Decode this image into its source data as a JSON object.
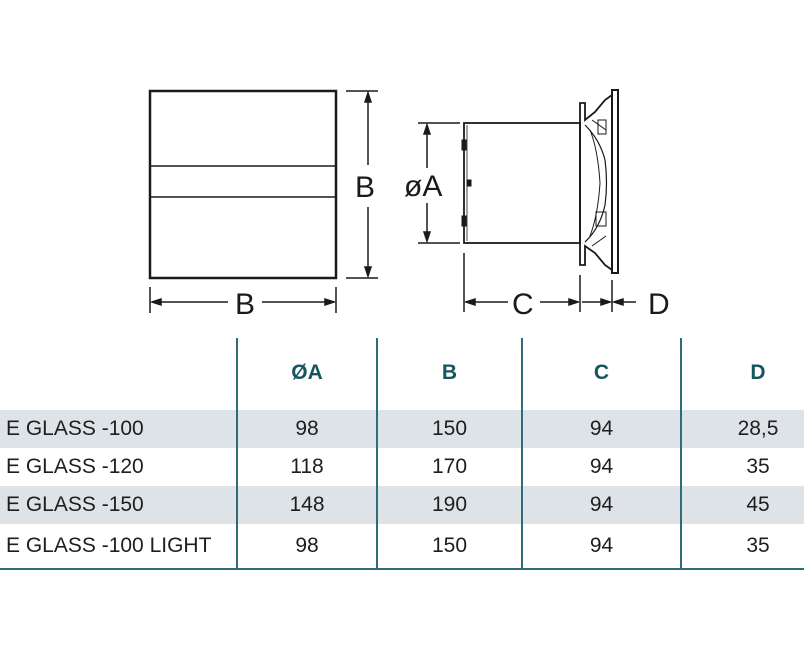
{
  "dimension_labels": {
    "front_width": "B",
    "front_height": "B",
    "side_diameter": "øA",
    "side_depth": "C",
    "side_panel": "D"
  },
  "table": {
    "headers": [
      "ØA",
      "B",
      "C",
      "D"
    ],
    "rows": [
      {
        "model": "E GLASS -100",
        "a": "98",
        "b": "150",
        "c": "94",
        "d": "28,5"
      },
      {
        "model": "E GLASS -120",
        "a": "118",
        "b": "170",
        "c": "94",
        "d": "35"
      },
      {
        "model": "E GLASS -150",
        "a": "148",
        "b": "190",
        "c": "94",
        "d": "45"
      },
      {
        "model": "E GLASS -100 LIGHT",
        "a": "98",
        "b": "150",
        "c": "94",
        "d": "35"
      }
    ]
  },
  "colors": {
    "table_rule": "#2f6b78",
    "header_text": "#17555f",
    "row_shade": "#dee3e8"
  }
}
